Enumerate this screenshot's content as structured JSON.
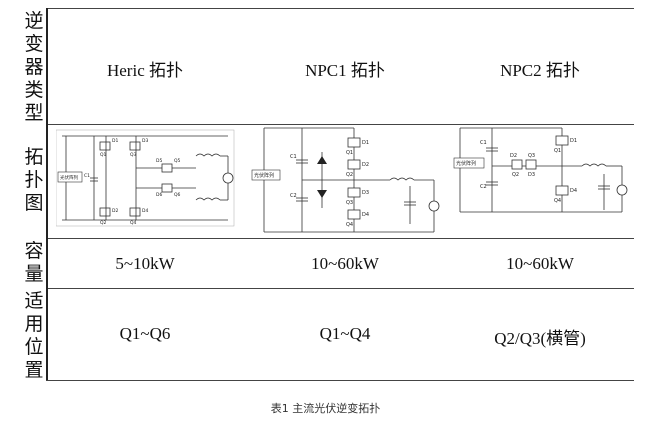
{
  "table": {
    "row_headers": {
      "type": [
        "逆",
        "变",
        "器",
        "类",
        "型"
      ],
      "topology": [
        "拓",
        "扑",
        "图"
      ],
      "capacity": [
        "容",
        "量"
      ],
      "position": [
        "适",
        "用",
        "位",
        "置"
      ]
    },
    "columns": [
      {
        "type": "Heric 拓扑",
        "capacity": "5~10kW",
        "position": "Q1~Q6"
      },
      {
        "type": "NPC1 拓扑",
        "capacity": "10~60kW",
        "position": "Q1~Q4"
      },
      {
        "type": "NPC2 拓扑",
        "capacity": "10~60kW",
        "position": "Q2/Q3(横管)"
      }
    ],
    "diagram_labels": {
      "heric": {
        "source": "光伏阵列",
        "cap": "C1",
        "q1": "Q1",
        "q3": "Q3",
        "q5": "Q5",
        "q6": "Q6",
        "q2": "Q2",
        "q4": "Q4",
        "d1": "D1",
        "d3": "D3",
        "d5": "D5",
        "d6": "D6",
        "d2": "D2",
        "d4": "D4"
      },
      "npc1": {
        "source": "光伏阵列",
        "c1": "C1",
        "c2": "C2",
        "q1": "Q1",
        "q2": "Q2",
        "q3": "Q3",
        "q4": "Q4",
        "d1": "D1",
        "d2": "D2",
        "d3": "D3",
        "d4": "D4"
      },
      "npc2": {
        "source": "光伏阵列",
        "c1": "C1",
        "c2": "C2",
        "q1": "Q1",
        "q2": "Q2",
        "q3": "Q3",
        "q4": "Q4",
        "d1": "D1",
        "d2": "D2",
        "d3": "D3",
        "d4": "D4"
      }
    }
  },
  "caption": "表1  主流光伏逆变拓扑"
}
